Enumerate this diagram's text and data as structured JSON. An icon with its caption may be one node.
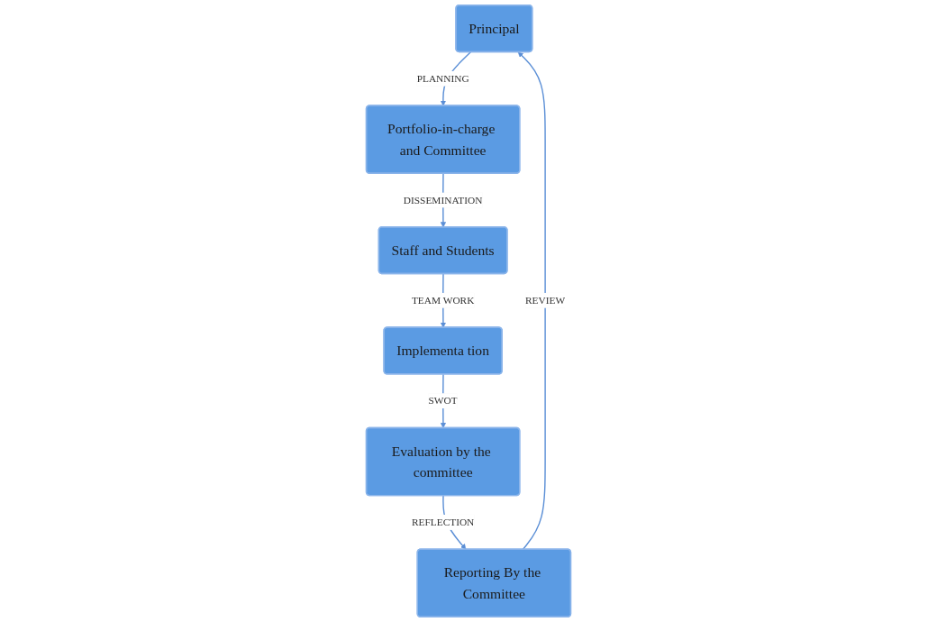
{
  "diagram": {
    "nodes": [
      {
        "text": [
          "Principal"
        ]
      },
      {
        "text": [
          "Portfolio-in-charge and Committee"
        ]
      },
      {
        "text": [
          "Staff and Students"
        ]
      },
      {
        "text": [
          "Implementa tion"
        ]
      },
      {
        "text": [
          "Evaluation by the committee"
        ]
      },
      {
        "text": [
          "Reporting By the Committee"
        ]
      }
    ],
    "edges": [
      {
        "from": 0,
        "to": 1,
        "arrow": "to",
        "label": "PLANNING"
      },
      {
        "from": 1,
        "to": 2,
        "arrow": "to",
        "label": "DISSEMINATION"
      },
      {
        "from": 2,
        "to": 3,
        "arrow": "to",
        "label": "TEAM WORK"
      },
      {
        "from": 3,
        "to": 4,
        "arrow": "to",
        "label": "SWOT"
      },
      {
        "from": 4,
        "to": 5,
        "arrow": "to",
        "label": "REFLECTION"
      },
      {
        "from": 5,
        "to": 0,
        "arrow": "to",
        "label": "REVIEW"
      }
    ]
  }
}
